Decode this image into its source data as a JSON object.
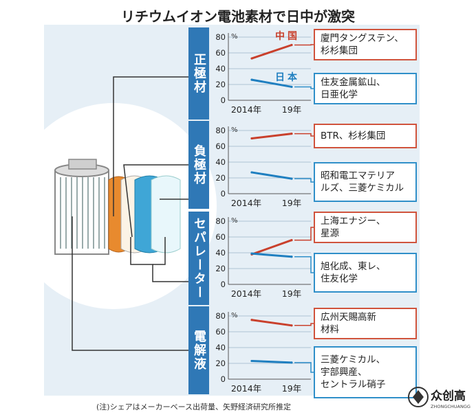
{
  "title": "リチウムイオン電池素材で日中が激突",
  "note": "(注)シェアはメーカーベース出荷量、矢野経済研究所推定",
  "watermark": {
    "main": "众创高",
    "sub": "ZHONGCHUANGGAO"
  },
  "colors": {
    "china": "#c9402c",
    "japan": "#1f7fc0",
    "tab": "#2f78b6",
    "panel": "#e6eff6"
  },
  "labels": {
    "china": "中国",
    "japan": "日本"
  },
  "chart_data": [
    {
      "type": "line",
      "panel": "正極材",
      "x": [
        "2014年",
        "19年"
      ],
      "ylim": [
        0,
        80
      ],
      "yticks": [
        0,
        20,
        40,
        60,
        80
      ],
      "yunit": "%",
      "series": [
        {
          "name": "中国",
          "values": [
            53,
            70
          ]
        },
        {
          "name": "日本",
          "values": [
            26,
            17
          ]
        }
      ],
      "companies": {
        "china": [
          "廈門タングステン、",
          "杉杉集団"
        ],
        "japan": [
          "住友金属鉱山、",
          "日亜化学"
        ]
      }
    },
    {
      "type": "line",
      "panel": "負極材",
      "x": [
        "2014年",
        "19年"
      ],
      "ylim": [
        0,
        80
      ],
      "yticks": [
        0,
        20,
        40,
        60,
        80
      ],
      "yunit": "%",
      "series": [
        {
          "name": "中国",
          "values": [
            70,
            76
          ]
        },
        {
          "name": "日本",
          "values": [
            27,
            19
          ]
        }
      ],
      "companies": {
        "china": [
          "BTR、杉杉集団"
        ],
        "japan": [
          "昭和電工マテリア",
          "ルズ、三菱ケミカル"
        ]
      }
    },
    {
      "type": "line",
      "panel": "セパレーター",
      "x": [
        "2014年",
        "19年"
      ],
      "ylim": [
        0,
        80
      ],
      "yticks": [
        0,
        20,
        40,
        60,
        80
      ],
      "yunit": "%",
      "series": [
        {
          "name": "中国",
          "values": [
            38,
            56
          ]
        },
        {
          "name": "日本",
          "values": [
            39,
            35
          ]
        }
      ],
      "companies": {
        "china": [
          "上海エナジー、",
          "星源"
        ],
        "japan": [
          "旭化成、東レ、",
          "住友化学"
        ]
      }
    },
    {
      "type": "line",
      "panel": "電解液",
      "x": [
        "2014年",
        "19年"
      ],
      "ylim": [
        0,
        80
      ],
      "yticks": [
        0,
        20,
        40,
        60,
        80
      ],
      "yunit": "%",
      "series": [
        {
          "name": "中国",
          "values": [
            75,
            68
          ]
        },
        {
          "name": "日本",
          "values": [
            23,
            21
          ]
        }
      ],
      "companies": {
        "china": [
          "広州天賜高新",
          "材料"
        ],
        "japan": [
          "三菱ケミカル、",
          "宇部興産、",
          "セントラル硝子"
        ]
      }
    }
  ]
}
